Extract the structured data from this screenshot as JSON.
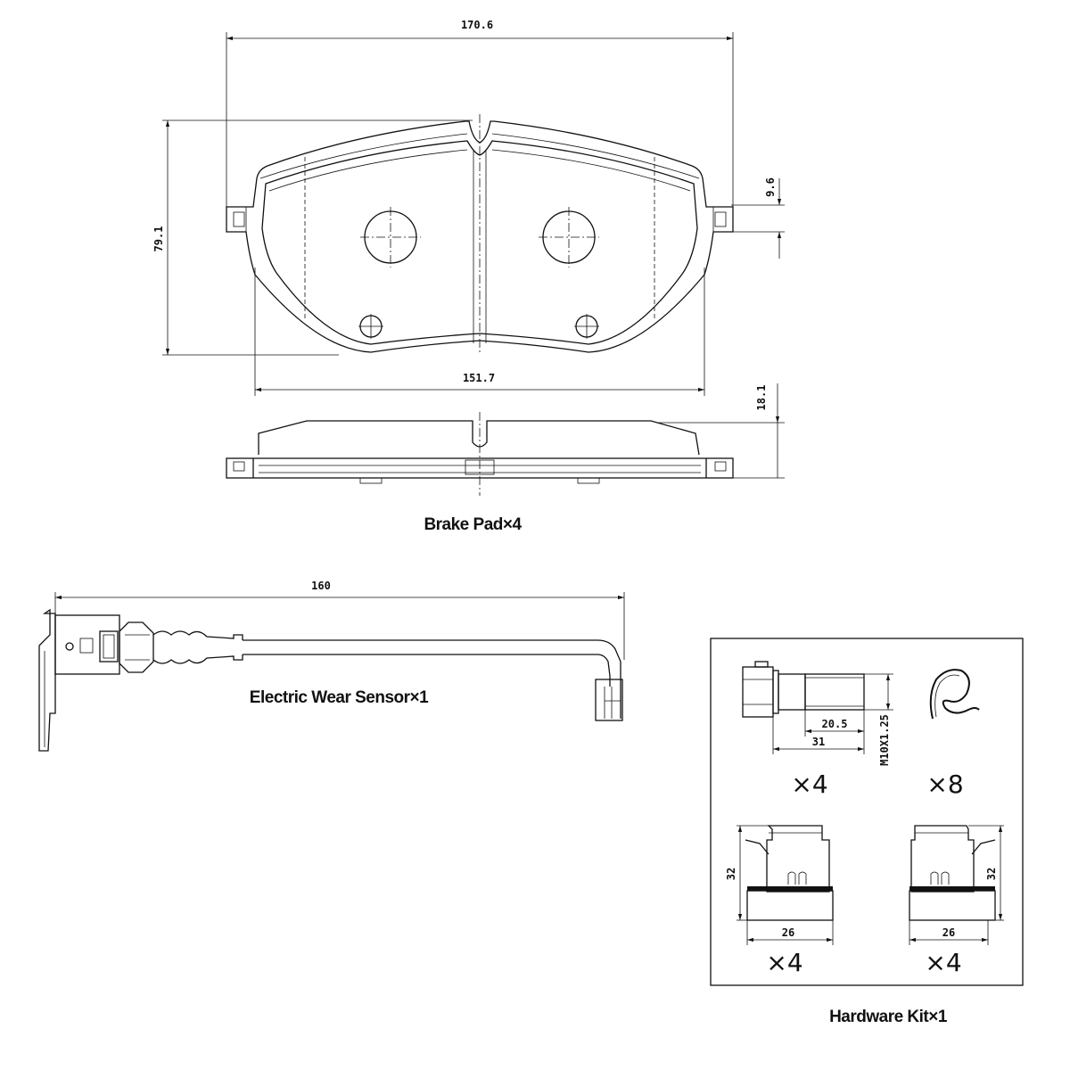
{
  "brake_pad": {
    "dim_total_width": "170.6",
    "dim_height": "79.1",
    "dim_tab_height": "9.6",
    "dim_pad_width": "151.7",
    "dim_thickness": "18.1",
    "caption": "Brake Pad×4"
  },
  "sensor": {
    "dim_length": "160",
    "caption": "Electric Wear Sensor×1"
  },
  "hardware_kit": {
    "bolt_dim_thread": "20.5",
    "bolt_dim_length": "31",
    "bolt_dim_spec": "M10X1.25",
    "bolt_qty": "×4",
    "spring_qty": "×8",
    "clip_left_height": "32",
    "clip_left_width": "26",
    "clip_left_qty": "×4",
    "clip_right_height": "32",
    "clip_right_width": "26",
    "clip_right_qty": "×4",
    "caption": "Hardware Kit×1"
  }
}
